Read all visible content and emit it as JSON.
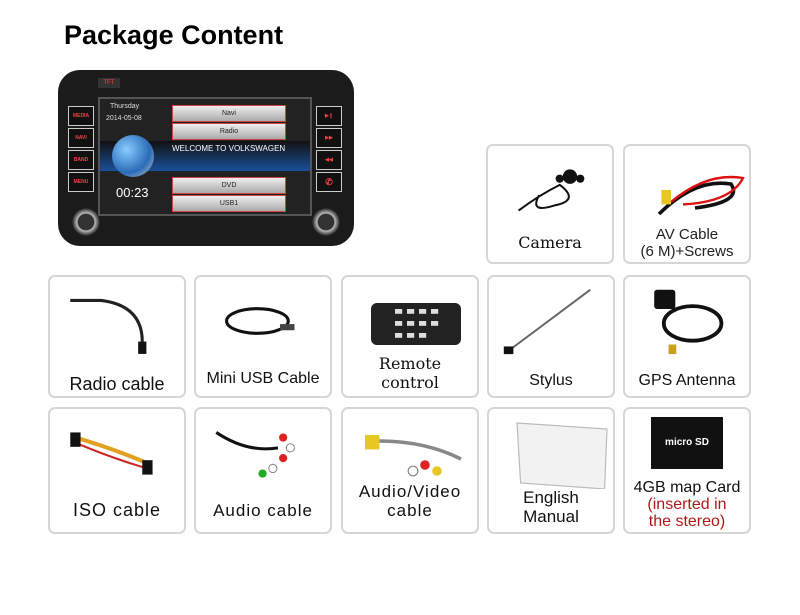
{
  "title": "Package Content",
  "stereo": {
    "day": "Thursday",
    "date": "2014-05-08",
    "time": "00:23",
    "welcome": "WELCOME TO VOLKSWAGEN",
    "menu": [
      "Navi",
      "Radio",
      "DVD",
      "USB1"
    ],
    "left_buttons": [
      "MEDIA",
      "NAVI",
      "BAND",
      "MENU"
    ],
    "top_left": "TFT"
  },
  "items": [
    {
      "label": "Camera"
    },
    {
      "label": "AV Cable",
      "label2": "(6 M)+Screws"
    },
    {
      "label": "Radio cable"
    },
    {
      "label": "Mini USB Cable"
    },
    {
      "label": "Remote",
      "label2": "control"
    },
    {
      "label": "Stylus"
    },
    {
      "label": "GPS Antenna"
    },
    {
      "label": "ISO cable"
    },
    {
      "label": "Audio cable"
    },
    {
      "label": "Audio/Video",
      "label2": "cable"
    },
    {
      "label": "English",
      "label2": "Manual"
    },
    {
      "label": "4GB map Card",
      "note1": "(inserted in",
      "note2": "the stereo)",
      "card_text": "micro SD"
    }
  ]
}
